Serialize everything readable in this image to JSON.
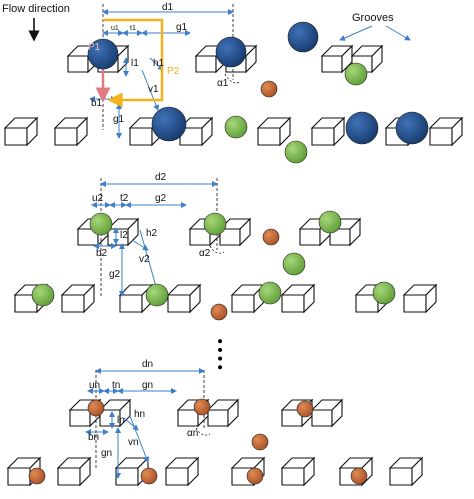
{
  "flow_label": "Flow direction",
  "grooves_label": "Grooves",
  "colors": {
    "large_particle": "#1f4e8c",
    "medium_particle": "#7dbf4e",
    "small_particle": "#c86a35",
    "dimension_line": "#3d7fc8",
    "force_p1": "#e07b83",
    "force_p2": "#f2b21b",
    "groove_outline": "#111111"
  },
  "panels": [
    {
      "labels": {
        "d": "d1",
        "u": "u1",
        "t": "t1",
        "g": "g1",
        "b": "b1",
        "l": "l1",
        "h": "h1",
        "v": "v1",
        "g_vert": "g1",
        "alpha": "α1",
        "p1": "P1",
        "p2": "P2"
      }
    },
    {
      "labels": {
        "d": "d2",
        "u": "u2",
        "t": "t2",
        "g": "g2",
        "b": "b2",
        "l": "l2",
        "h": "h2",
        "v": "v2",
        "g_vert": "g2",
        "alpha": "α2"
      }
    },
    {
      "labels": {
        "d": "dn",
        "u": "un",
        "t": "tn",
        "g": "gn",
        "b": "bn",
        "l": "ln",
        "h": "hn",
        "v": "vn",
        "g_vert": "gn",
        "alpha": "αn"
      }
    }
  ],
  "ellipsis": "• • • •"
}
